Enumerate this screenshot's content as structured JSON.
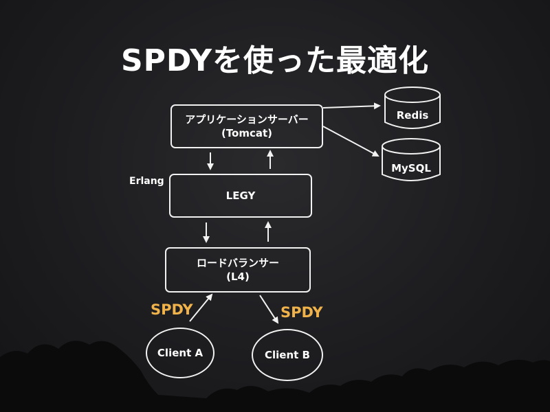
{
  "slide": {
    "title": "SPDYを使った最適化",
    "layer_label": "Erlang"
  },
  "nodes": {
    "app_server": {
      "line1": "アプリケーションサーバー",
      "line2": "(Tomcat)"
    },
    "legy": {
      "label": "LEGY"
    },
    "load_balancer": {
      "line1": "ロードバランサー",
      "line2": "(L4)"
    },
    "redis": {
      "label": "Redis"
    },
    "mysql": {
      "label": "MySQL"
    },
    "client_a": {
      "label": "Client A"
    },
    "client_b": {
      "label": "Client B"
    }
  },
  "protocols": {
    "client_a": "SPDY",
    "client_b": "SPDY"
  },
  "colors": {
    "protocol_accent": "#f0b24a",
    "foreground": "#f2f2f2",
    "background": "#1c1c1e"
  }
}
